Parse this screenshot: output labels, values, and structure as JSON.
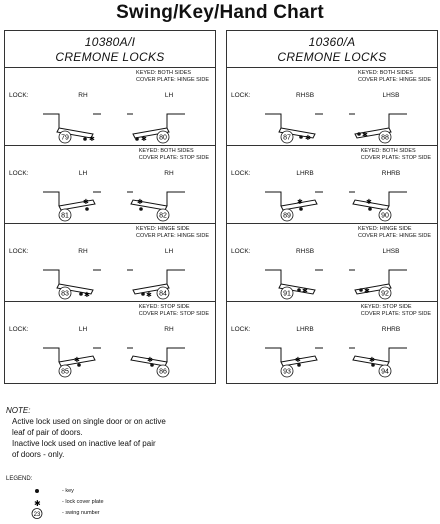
{
  "title": "Swing/Key/Hand Chart",
  "panels": [
    {
      "header_line1": "10380A/I",
      "header_line2": "CREMONE LOCKS",
      "rows": [
        {
          "keyed": "KEYED: BOTH SIDES",
          "cover": "COVER PLATE: HINGE SIDE",
          "lock": "LOCK:",
          "hand_a": "RH",
          "hand_b": "LH",
          "num_a": "79",
          "num_b": "80"
        },
        {
          "keyed": "KEYED: BOTH SIDES",
          "cover": "COVER PLATE: STOP SIDE",
          "lock": "LOCK:",
          "hand_a": "LH",
          "hand_b": "RH",
          "num_a": "81",
          "num_b": "82"
        },
        {
          "keyed": "KEYED: HINGE SIDE",
          "cover": "COVER PLATE: HINGE SIDE",
          "lock": "LOCK:",
          "hand_a": "RH",
          "hand_b": "LH",
          "num_a": "83",
          "num_b": "84"
        },
        {
          "keyed": "KEYED: STOP SIDE",
          "cover": "COVER PLATE: STOP SIDE",
          "lock": "LOCK:",
          "hand_a": "LH",
          "hand_b": "RH",
          "num_a": "85",
          "num_b": "86"
        }
      ]
    },
    {
      "header_line1": "10360/A",
      "header_line2": "CREMONE LOCKS",
      "rows": [
        {
          "keyed": "KEYED: BOTH SIDES",
          "cover": "COVER PLATE: HINGE SIDE",
          "lock": "LOCK:",
          "hand_a": "RHSB",
          "hand_b": "LHSB",
          "num_a": "87",
          "num_b": "88"
        },
        {
          "keyed": "KEYED: BOTH SIDES",
          "cover": "COVER PLATE: STOP SIDE",
          "lock": "LOCK:",
          "hand_a": "LHRB",
          "hand_b": "RHRB",
          "num_a": "89",
          "num_b": "90"
        },
        {
          "keyed": "KEYED: HINGE SIDE",
          "cover": "COVER PLATE: HINGE SIDE",
          "lock": "LOCK:",
          "hand_a": "RHSB",
          "hand_b": "LHSB",
          "num_a": "91",
          "num_b": "92"
        },
        {
          "keyed": "KEYED: STOP SIDE",
          "cover": "COVER PLATE: STOP SIDE",
          "lock": "LOCK:",
          "hand_a": "LHRB",
          "hand_b": "RHRB",
          "num_a": "93",
          "num_b": "94"
        }
      ]
    }
  ],
  "note": {
    "head": "NOTE:",
    "line1": "Active lock used on single door or on active",
    "line2": "leaf of pair of doors.",
    "line3": "Inactive lock used on inactive leaf of pair",
    "line4": "of doors - only."
  },
  "legend": {
    "head": "LEGEND:",
    "key": "- key",
    "cover": "- lock cover plate",
    "swing": "- swing number",
    "swing_sample": "23"
  }
}
